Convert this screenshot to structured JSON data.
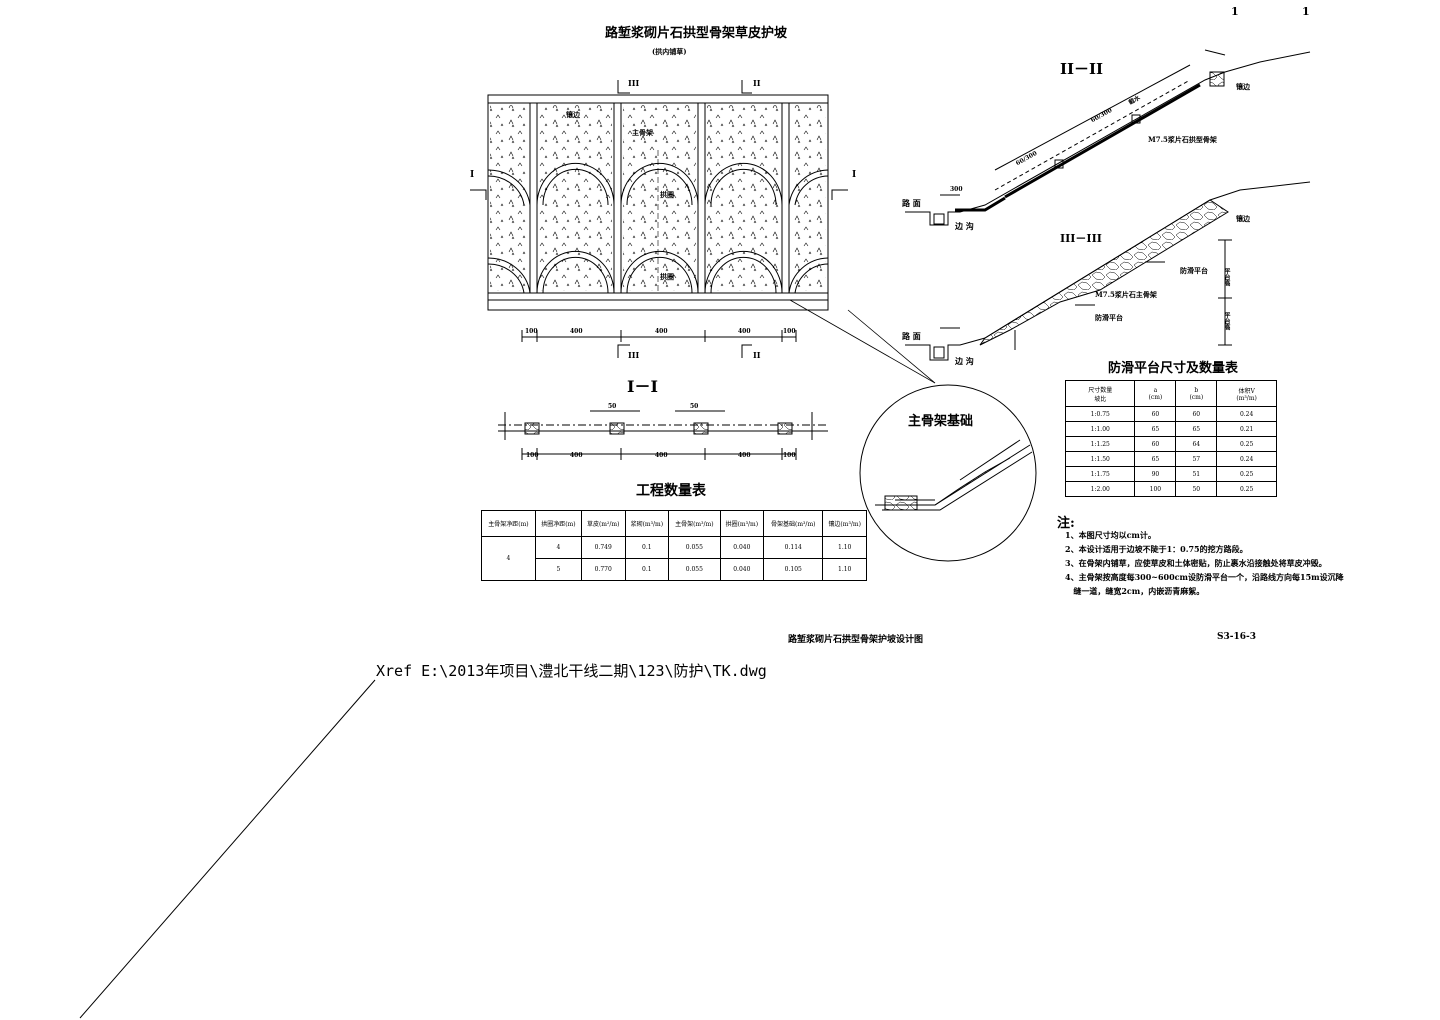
{
  "sheet": {
    "title": "路堑浆砌片石拱型骨架草皮护坡",
    "subtitle": "(拱内铺草)",
    "page_marks": [
      "1",
      "1"
    ],
    "footer_title": "路堑浆砌片石拱型骨架护坡设计图",
    "drawing_no": "S3-16-3",
    "xref": "Xref E:\\2013年项目\\澧北干线二期\\123\\防护\\TK.dwg"
  },
  "elevation": {
    "labels": {
      "sec1": "I",
      "sec2": "II",
      "sec3": "III",
      "edge": "镶边",
      "main_frame": "主骨架",
      "arch": "拱圈"
    },
    "dims": [
      "100",
      "400",
      "400",
      "400",
      "100"
    ]
  },
  "section_1": {
    "title": "I－I",
    "dims_top": [
      "50",
      "50"
    ],
    "dims_bottom": [
      "100",
      "400",
      "400",
      "400",
      "100"
    ]
  },
  "detail_circle": {
    "title": "主骨架基础"
  },
  "section_2": {
    "title": "II－II",
    "labels": {
      "road": "路 面",
      "ditch": "边 沟",
      "edge": "镶边",
      "frame": "M7.5浆片石拱型骨架"
    },
    "dims": [
      "300",
      "60/300",
      "60/300",
      "截水"
    ]
  },
  "section_3": {
    "title": "III－III",
    "labels": {
      "road": "路 面",
      "ditch": "边 沟",
      "edge": "镶边",
      "main": "M7.5浆片石主骨架",
      "anti1": "防滑平台",
      "anti2": "防滑平台",
      "h1": "平台高",
      "h2": "平台高"
    }
  },
  "qty_table": {
    "title": "工程数量表",
    "headers": [
      "主骨架净距(m)",
      "拱圈净距(m)",
      "草皮(m²/m)",
      "浆砌(m³/m)",
      "主骨架(m³/m)",
      "拱圈(m³/m)",
      "骨架基础(m³/m)",
      "镶边(m³/m)"
    ],
    "group_value": "4",
    "rows": [
      [
        "4",
        "0.749",
        "0.1",
        "0.055",
        "0.040",
        "0.114",
        "1.10"
      ],
      [
        "5",
        "0.770",
        "0.1",
        "0.055",
        "0.040",
        "0.105",
        "1.10"
      ]
    ]
  },
  "anti_table": {
    "title": "防滑平台尺寸及数量表",
    "headers": [
      "尺寸数量",
      "a",
      "b",
      "体积V"
    ],
    "header_sub": [
      "坡比",
      "(cm)",
      "(cm)",
      "(m³/m)"
    ],
    "rows": [
      [
        "1:0.75",
        "60",
        "60",
        "0.24"
      ],
      [
        "1:1.00",
        "65",
        "65",
        "0.21"
      ],
      [
        "1:1.25",
        "60",
        "64",
        "0.25"
      ],
      [
        "1:1.50",
        "65",
        "57",
        "0.24"
      ],
      [
        "1:1.75",
        "90",
        "51",
        "0.25"
      ],
      [
        "1:2.00",
        "100",
        "50",
        "0.25"
      ]
    ]
  },
  "notes": {
    "title": "注:",
    "items": [
      "1、本图尺寸均以cm计。",
      "2、本设计适用于边坡不陡于1：0.75的挖方路段。",
      "3、在骨架内铺草，应使草皮和土体密贴，防止裹水沿接触处将草皮冲毁。",
      "4、主骨架按高度每300~600cm设防滑平台一个，沿路线方向每15m设沉降",
      "   缝一道，缝宽2cm，内嵌沥青麻絮。"
    ]
  }
}
